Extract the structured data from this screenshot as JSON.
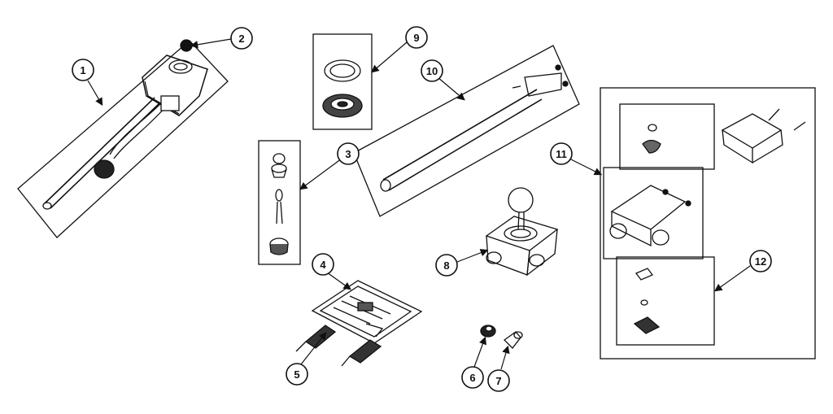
{
  "diagram": {
    "callouts": [
      {
        "id": "c1",
        "label": "1"
      },
      {
        "id": "c2",
        "label": "2"
      },
      {
        "id": "c3",
        "label": "3"
      },
      {
        "id": "c4",
        "label": "4"
      },
      {
        "id": "c5",
        "label": "5"
      },
      {
        "id": "c6",
        "label": "6"
      },
      {
        "id": "c7",
        "label": "7"
      },
      {
        "id": "c8",
        "label": "8"
      },
      {
        "id": "c9",
        "label": "9"
      },
      {
        "id": "c10",
        "label": "10"
      },
      {
        "id": "c11",
        "label": "11"
      },
      {
        "id": "c12",
        "label": "12"
      }
    ],
    "ink_color": "#111111",
    "paper_color": "#ffffff"
  }
}
